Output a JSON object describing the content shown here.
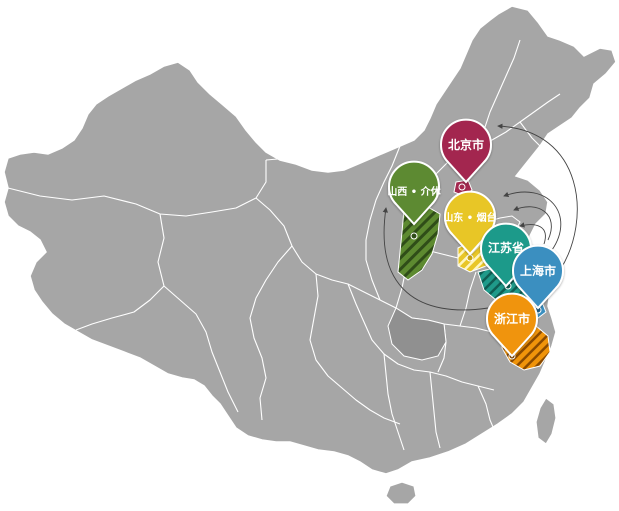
{
  "map": {
    "colors": {
      "land": "#a6a6a6",
      "land_dark": "#8f8f8f",
      "border": "#ffffff",
      "arrow": "#444444"
    },
    "markers": [
      {
        "id": "beijing",
        "label": "北京市",
        "color": "#a3284f",
        "region_color": "#a3284f"
      },
      {
        "id": "shanxi-jiexiu",
        "label": "山西 • 介休",
        "color": "#5d8a30",
        "region_color": "#5d8a30"
      },
      {
        "id": "shandong-yantai",
        "label": "山东 • 烟台",
        "color": "#e8c628",
        "region_color": "#e8c628"
      },
      {
        "id": "jiangsu",
        "label": "江苏省",
        "color": "#1f9a8a",
        "region_color": "#1f9a8a"
      },
      {
        "id": "shanghai",
        "label": "上海市",
        "color": "#3a8fc0",
        "region_color": "#3a8fc0"
      },
      {
        "id": "zhejiang",
        "label": "浙江市",
        "color": "#f0940a",
        "region_color": "#f0940a"
      }
    ]
  }
}
